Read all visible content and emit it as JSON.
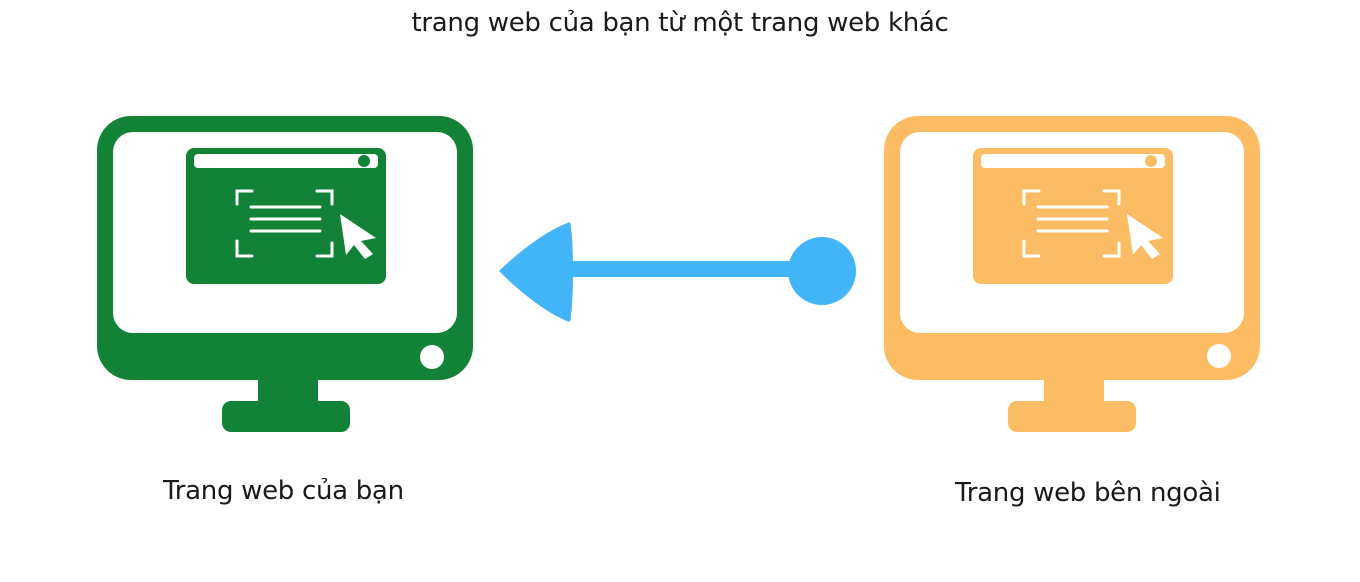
{
  "diagram": {
    "title": "trang web của bạn từ một trang web khác",
    "left_node": {
      "label": "Trang web của bạn",
      "icon": "monitor-icon",
      "color": "#128236"
    },
    "right_node": {
      "label": "Trang web bên ngoài",
      "icon": "monitor-icon",
      "color": "#fbbc63"
    },
    "connector": {
      "icon": "arrow-left-icon",
      "color": "#42b4f8",
      "direction": "right-to-left"
    }
  }
}
